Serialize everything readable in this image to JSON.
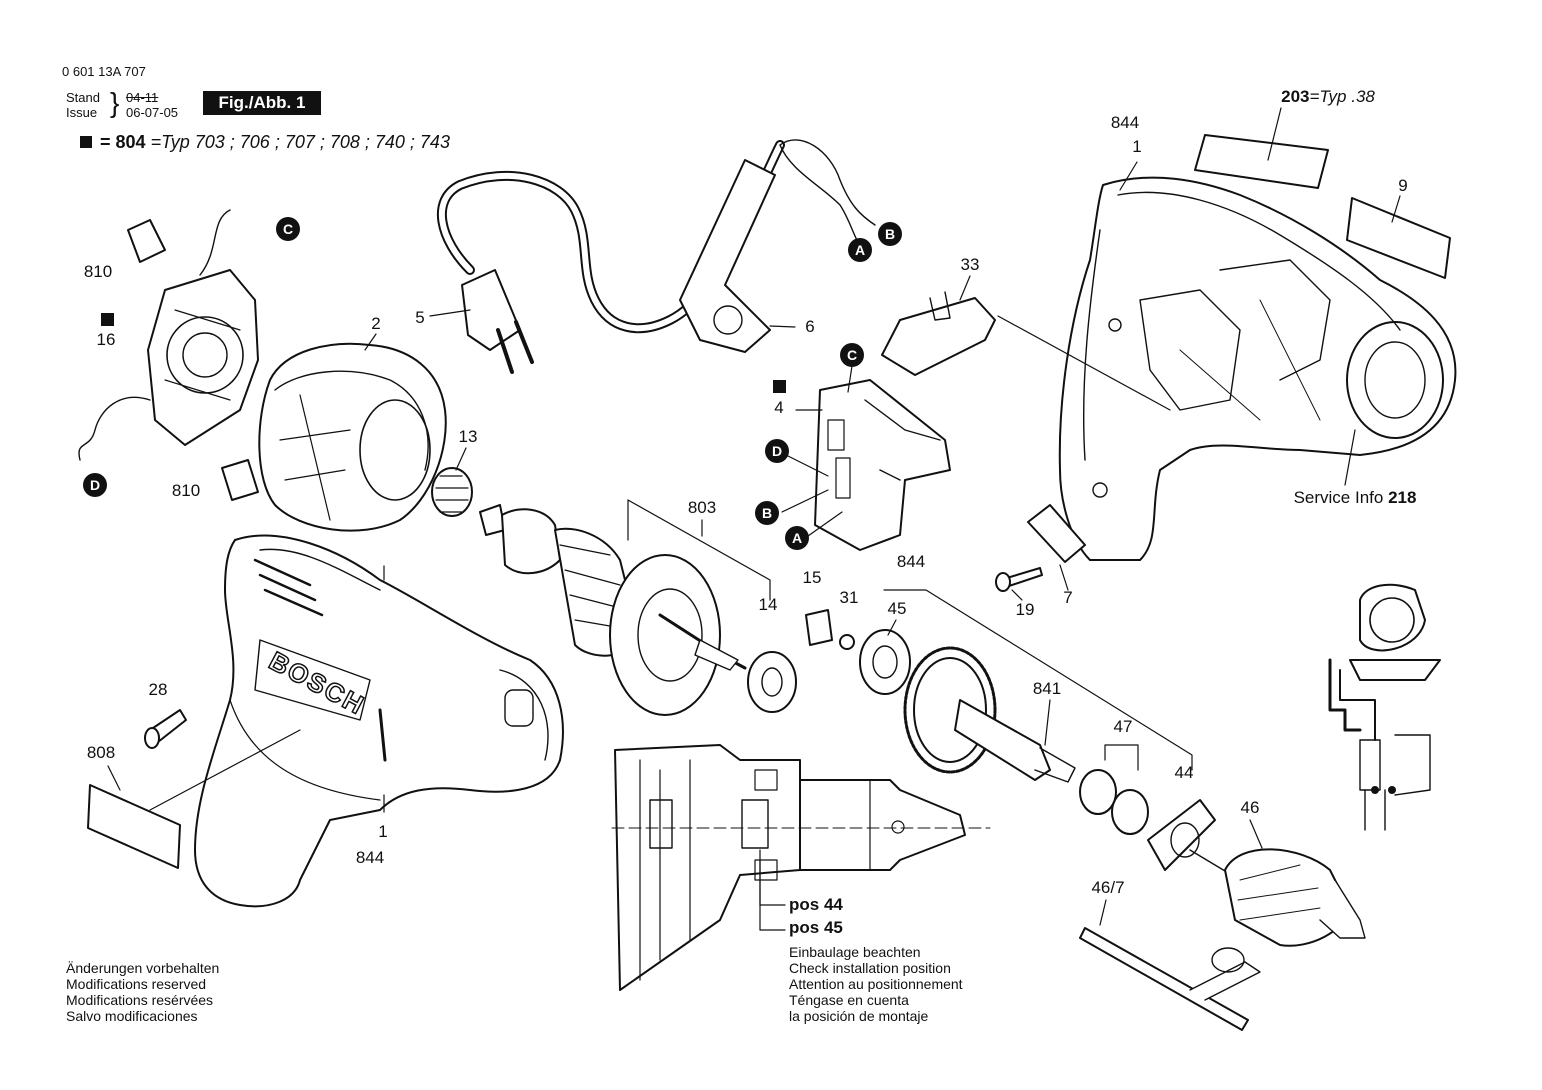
{
  "header": {
    "part_number": "0 601 13A 707",
    "stand_label": "Stand",
    "stand_value": "04-11",
    "issue_label": "Issue",
    "issue_value": "06-07-05",
    "figure_badge": "Fig./Abb. 1"
  },
  "typ_note": {
    "prefix": "= 804",
    "value": "=Typ 703 ; 706 ; 707 ; 708 ; 740 ; 743"
  },
  "label_203": {
    "number": "203",
    "typ": "=Typ .38"
  },
  "labels": {
    "l844_top": "844",
    "l1_top": "1",
    "l9": "9",
    "l33": "33",
    "l810_top": "810",
    "l16": "16",
    "l810_bot": "810",
    "l2": "2",
    "l5": "5",
    "l6": "6",
    "l4": "4",
    "l13": "13",
    "l803": "803",
    "l14": "14",
    "l15": "15",
    "l31": "31",
    "l45": "45",
    "l844_mid": "844",
    "l19": "19",
    "l7": "7",
    "l28": "28",
    "l808": "808",
    "l1_bot": "1",
    "l844_bot": "844",
    "l841": "841",
    "l47": "47",
    "l44": "44",
    "l46": "46",
    "l46_7": "46/7",
    "service_info_text": "Service Info",
    "service_info_num": "218",
    "pos44": "pos 44",
    "pos45": "pos 45"
  },
  "connectors": {
    "c_top_left": "C",
    "d_left": "D",
    "a_cord": "A",
    "b_cord": "B",
    "c_switch": "C",
    "d_switch": "D",
    "b_switch": "B",
    "a_switch": "A"
  },
  "install_note": [
    "Einbaulage beachten",
    "Check installation position",
    "Attention au positionnement",
    "Téngase en cuenta",
    "la posición de montaje"
  ],
  "reserved_note": [
    "Änderungen vorbehalten",
    "Modifications reserved",
    "Modifications resérvées",
    "Salvo modificaciones"
  ],
  "housing_logo": "BOSCH"
}
